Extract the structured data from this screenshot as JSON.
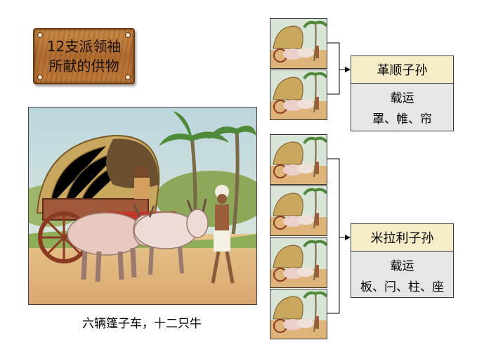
{
  "sign": {
    "line1": "12支派领袖",
    "line2": "所献的供物"
  },
  "main_caption": "六辆篷子车，十二只牛",
  "families": [
    {
      "name": "革顺子孙",
      "cargo_label": "载运",
      "cargo_items": "罩、帷、帘"
    },
    {
      "name": "米拉利子孙",
      "cargo_label": "载运",
      "cargo_items": "板、闩、柱、座"
    }
  ],
  "image_icon": "ox-cart-illustration",
  "colors": {
    "header_fill": "#f7ecc8",
    "body_fill": "#e6e6e6",
    "sign_wood": "#b06c30",
    "sky": "#cfe3ea"
  }
}
